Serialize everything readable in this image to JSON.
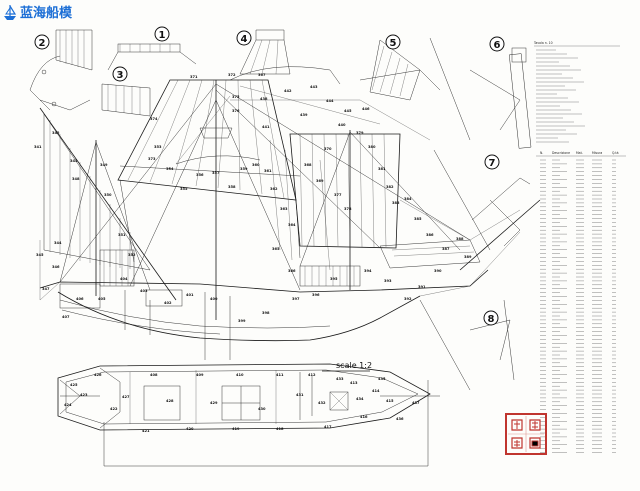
{
  "watermark": {
    "text": "蓝海船模"
  },
  "seal": {
    "text": "百搭藏图"
  },
  "scale_label": "scale 1:2",
  "callouts": [
    "1",
    "2",
    "3",
    "4",
    "5",
    "6",
    "7",
    "8"
  ],
  "ref_labels": [
    "371",
    "372",
    "367",
    "373",
    "374",
    "375",
    "376",
    "341",
    "342",
    "343",
    "344",
    "345",
    "346",
    "347",
    "348",
    "349",
    "350",
    "351",
    "352",
    "353",
    "354",
    "355",
    "356",
    "357",
    "358",
    "359",
    "360",
    "361",
    "362",
    "363",
    "364",
    "365",
    "366",
    "368",
    "369",
    "370",
    "377",
    "378",
    "379",
    "380",
    "381",
    "382",
    "383",
    "384",
    "385",
    "386",
    "387",
    "388",
    "389",
    "390",
    "391",
    "392",
    "393",
    "394",
    "395",
    "396",
    "397",
    "398",
    "399",
    "400",
    "401",
    "402",
    "403",
    "404",
    "405",
    "406",
    "407",
    "408",
    "409",
    "410",
    "411",
    "412",
    "413",
    "414",
    "415",
    "416",
    "417",
    "418",
    "419",
    "420",
    "421",
    "422",
    "423",
    "424",
    "425",
    "426",
    "427",
    "428",
    "429",
    "430",
    "431",
    "432",
    "433",
    "434",
    "435",
    "436",
    "437",
    "438",
    "439",
    "440",
    "441",
    "442",
    "443",
    "444",
    "445",
    "446"
  ],
  "table": {
    "title": "Tavola n. 10",
    "columns": [
      "N.",
      "Descrizione",
      "Mat.",
      "Misura",
      "Q.tà"
    ]
  },
  "colors": {
    "ink": "#1a1a1a",
    "seal_red": "#c0352f",
    "logo_blue": "#1d6fd6"
  }
}
